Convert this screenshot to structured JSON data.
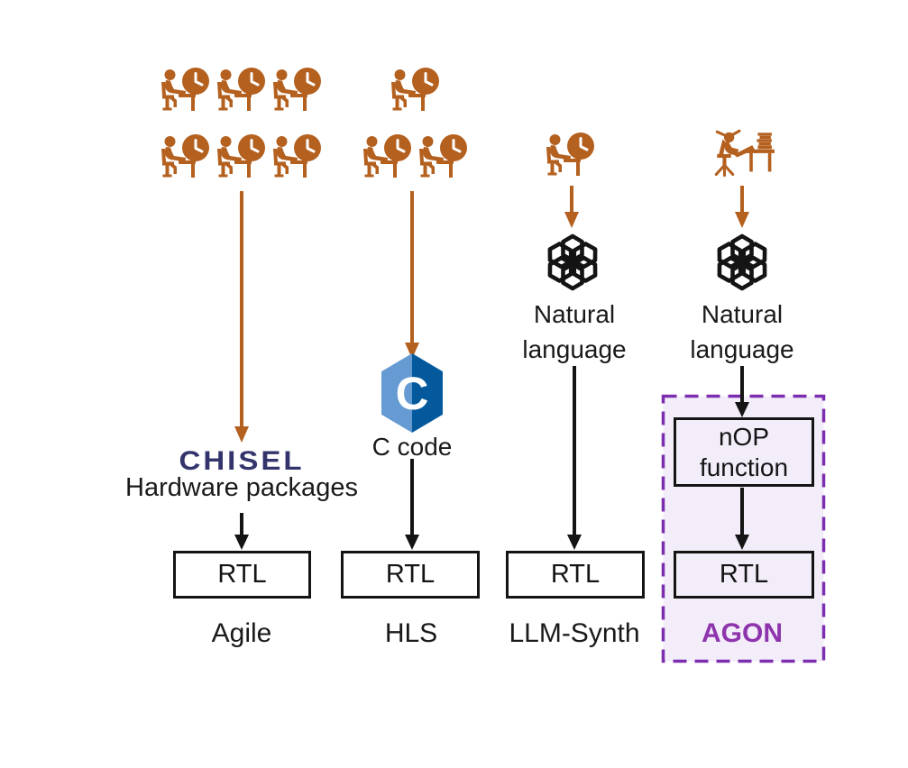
{
  "columns": [
    {
      "label": "Agile",
      "rtl": "RTL",
      "logo": "CHISEL",
      "source": "Hardware packages",
      "engineer_count": 6
    },
    {
      "label": "HLS",
      "rtl": "RTL",
      "logo_letter": "C",
      "source": "C code",
      "engineer_count": 3
    },
    {
      "label": "LLM-Synth",
      "rtl": "RTL",
      "input_line1": "Natural",
      "input_line2": "language",
      "engineer_count": 1
    },
    {
      "label": "AGON",
      "rtl": "RTL",
      "input_line1": "Natural",
      "input_line2": "language",
      "nop_line1": "nOP",
      "nop_line2": "function",
      "engineer_count": 1
    }
  ],
  "icons": {
    "engineer": "engineer-at-desk-with-clock",
    "relaxed_engineer": "relaxed-engineer-feet-on-desk",
    "llm": "openai-llm-logo",
    "c_language": "c-language-hexagon-logo"
  },
  "colors": {
    "arrow_orange": "#b4601f",
    "arrow_black": "#141414",
    "agon_border_purple": "#7d2eb0",
    "agon_fill_lavender": "#f2edf9",
    "agon_label_purple": "#8e34ad",
    "chisel_navy": "#34346d",
    "c_logo_light_blue": "#659ad2",
    "c_logo_dark_blue": "#03599c"
  }
}
